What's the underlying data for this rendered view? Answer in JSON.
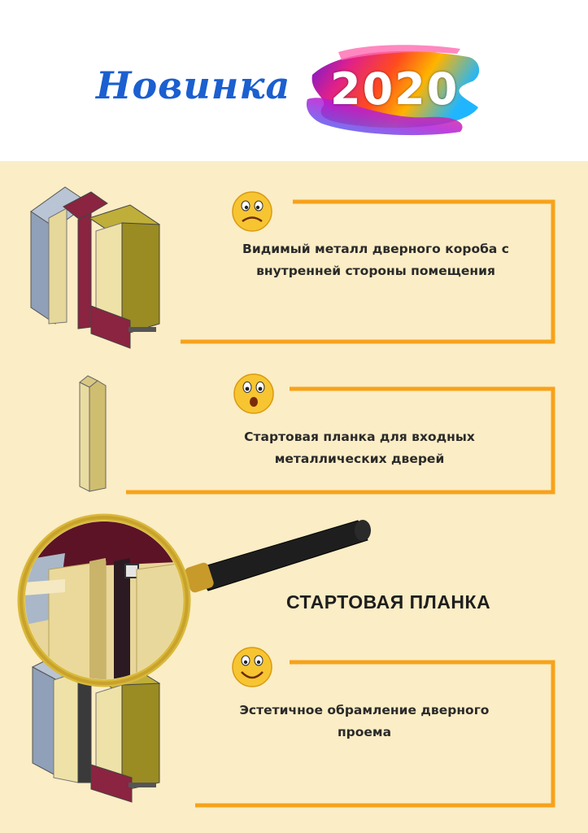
{
  "header": {
    "title_word": "Новинка",
    "year": "2020"
  },
  "items": [
    {
      "caption_line1": "Видимый металл дверного короба с",
      "caption_line2": "внутренней стороны помещения",
      "emoji": "sad-face-icon"
    },
    {
      "caption_line1": "Стартовая планка для входных",
      "caption_line2": "металлических дверей",
      "emoji": "surprised-face-icon"
    },
    {
      "caption_line1": "Эстетичное обрамление дверного",
      "caption_line2": "проема",
      "emoji": "smiling-face-icon"
    }
  ],
  "heading": "СТАРТОВАЯ  ПЛАНКА",
  "colors": {
    "bracket": "#f7a21b",
    "background": "#fbedc5",
    "title_blue": "#1b5fd0"
  }
}
